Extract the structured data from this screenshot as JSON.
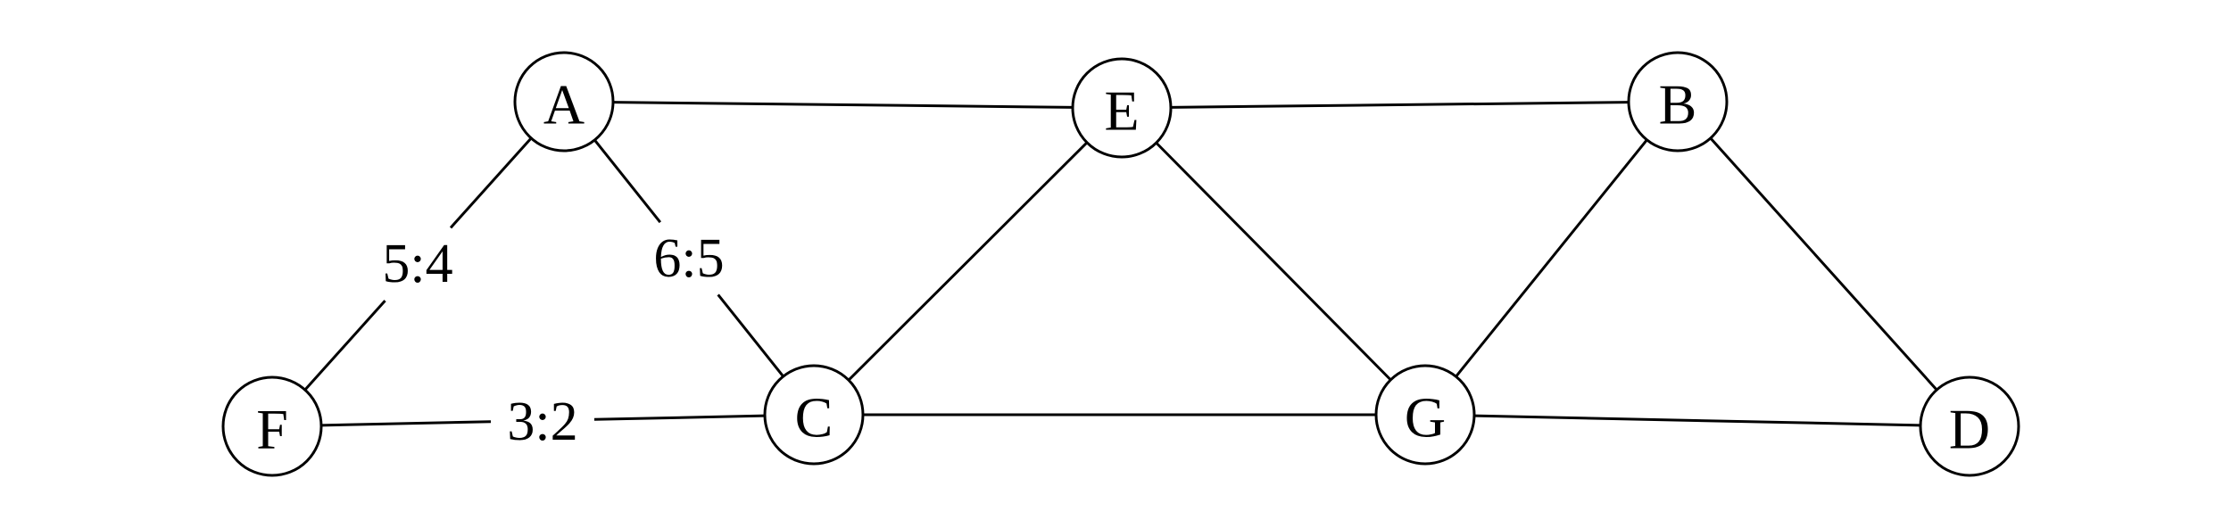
{
  "nodes": [
    {
      "id": "A",
      "label": "A"
    },
    {
      "id": "E",
      "label": "E"
    },
    {
      "id": "B",
      "label": "B"
    },
    {
      "id": "F",
      "label": "F"
    },
    {
      "id": "C",
      "label": "C"
    },
    {
      "id": "G",
      "label": "G"
    },
    {
      "id": "D",
      "label": "D"
    }
  ],
  "edges": [
    {
      "from": "A",
      "to": "E",
      "label": ""
    },
    {
      "from": "E",
      "to": "B",
      "label": ""
    },
    {
      "from": "A",
      "to": "F",
      "label": "5:4"
    },
    {
      "from": "A",
      "to": "C",
      "label": "6:5"
    },
    {
      "from": "F",
      "to": "C",
      "label": "3:2"
    },
    {
      "from": "C",
      "to": "E",
      "label": ""
    },
    {
      "from": "E",
      "to": "G",
      "label": ""
    },
    {
      "from": "C",
      "to": "G",
      "label": ""
    },
    {
      "from": "G",
      "to": "B",
      "label": ""
    },
    {
      "from": "B",
      "to": "D",
      "label": ""
    },
    {
      "from": "G",
      "to": "D",
      "label": ""
    }
  ],
  "colors": {
    "stroke": "#000000",
    "background": "#ffffff"
  }
}
